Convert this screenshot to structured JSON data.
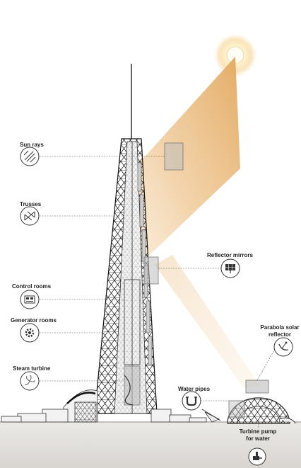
{
  "labels": {
    "sun_rays": "Sun rays",
    "trusses": "Trusses",
    "reflector_mirrors": "Reflector mirrors",
    "control_rooms": "Control rooms",
    "generator_rooms": "Generator rooms",
    "steam_turbine": "Steam turbine",
    "parabola_line1": "Parabola solar",
    "parabola_line2": "reflector",
    "water_pipes": "Water pipes",
    "turbine_pump_line1": "Turbine pump",
    "turbine_pump_line2": "for water"
  },
  "icons": {
    "sun_rays": "sun-rays-icon",
    "trusses": "truss-icon",
    "reflector_mirrors": "solar-panel-icon",
    "control_rooms": "control-panel-icon",
    "generator_rooms": "gear-icon",
    "steam_turbine": "turbine-icon",
    "parabola": "parabola-reflector-icon",
    "water_pipes": "pipe-icon",
    "turbine_pump": "pump-icon"
  },
  "colors": {
    "beam": "#e6b97a",
    "sun_glow": "#f7d9a0",
    "structure": "#2a2a2a",
    "highlight_box": "#8c8c8c",
    "ground": "#e5e3e0"
  }
}
